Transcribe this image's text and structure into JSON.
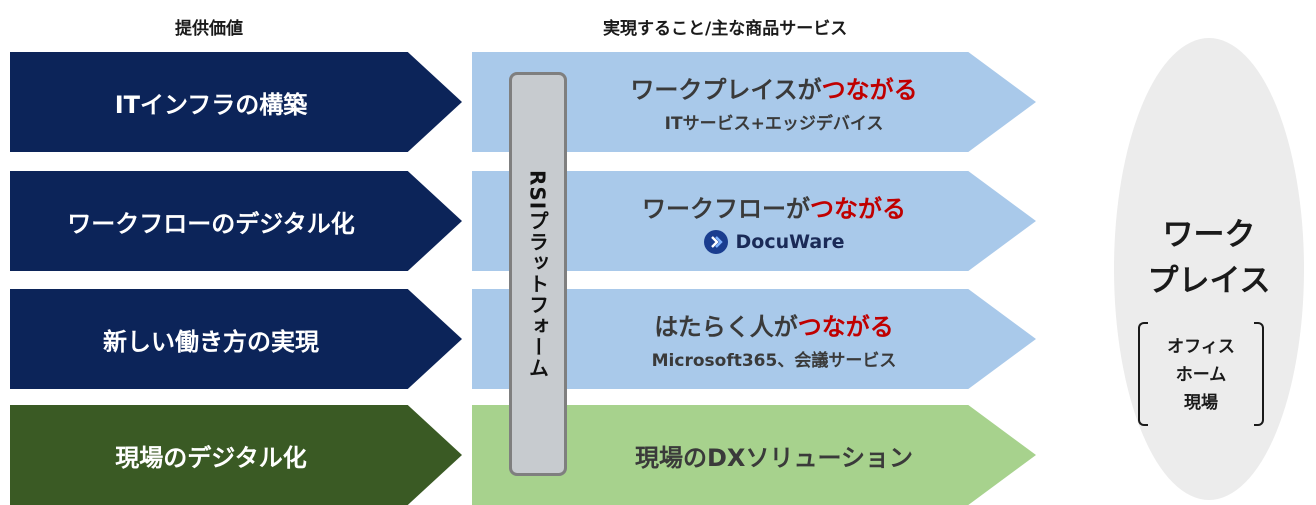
{
  "headers": {
    "left": "提供価値",
    "right": "実現すること/主な商品サービス"
  },
  "values": [
    "ITインフラの構築",
    "ワークフローのデジタル化",
    "新しい働き方の実現",
    "現場のデジタル化"
  ],
  "services": [
    {
      "title": "ワークプレイスが",
      "highlight": "つながる",
      "sub": "ITサービス+エッジデバイス"
    },
    {
      "title": "ワークフローが",
      "highlight": "つながる",
      "brand": "DocuWare"
    },
    {
      "title": "はたらく人が",
      "highlight": "つながる",
      "sub": "Microsoft365、会議サービス"
    },
    {
      "title": "現場のDXソリューション"
    }
  ],
  "platform": "RSIプラットフォーム",
  "workplace": {
    "title_line1": "ワーク",
    "title_line2": "プレイス",
    "sites": [
      "オフィス",
      "ホーム",
      "現場"
    ]
  },
  "colors": {
    "navy": "#0c2459",
    "dark_green": "#3a5a24",
    "light_blue": "#a9c9ea",
    "light_green": "#a7d28d",
    "highlight_red": "#c00000"
  }
}
